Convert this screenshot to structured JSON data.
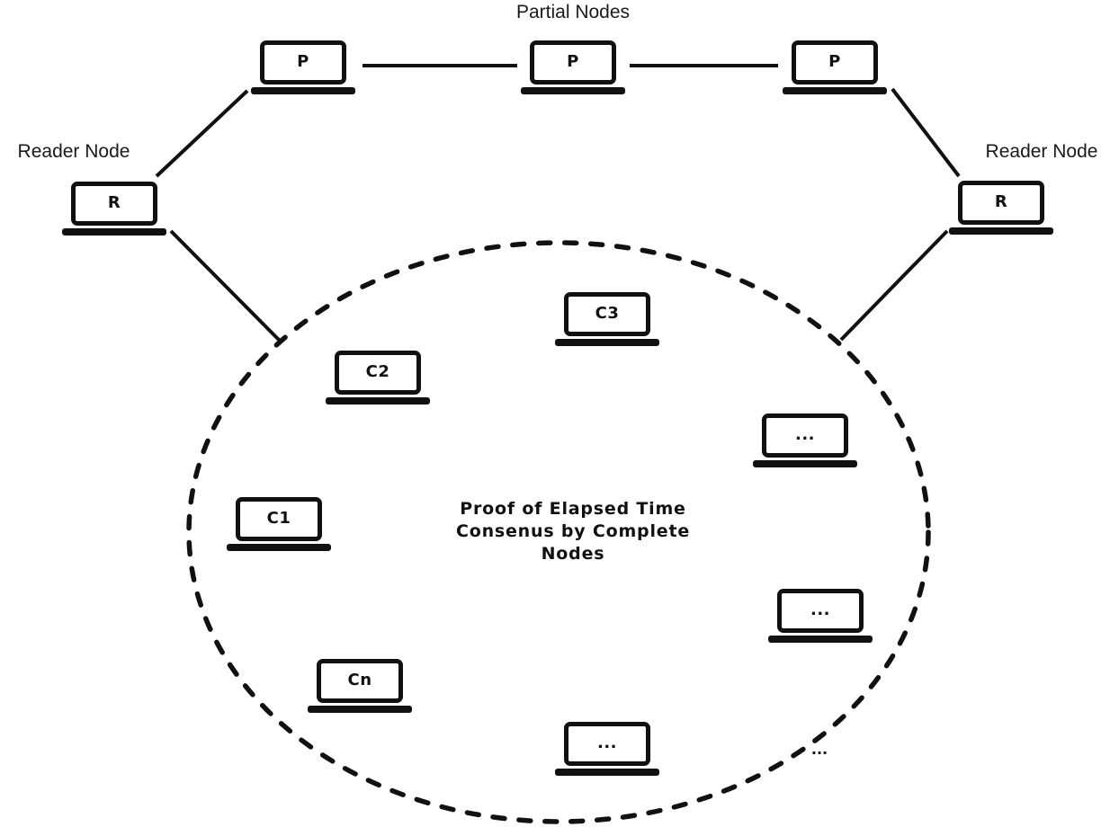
{
  "figure": {
    "top_group_label": "Partial Nodes",
    "left_reader_label": "Reader Node",
    "right_reader_label": "Reader Node",
    "consensus_caption": [
      "Proof of Elapsed Time",
      "Consenus by Complete",
      "Nodes"
    ],
    "outer_more_indicator": "...",
    "colors": {
      "shape": "#111111",
      "label_text": "#1a1a1a",
      "background": "#ffffff"
    },
    "nodes": {
      "partial": [
        {
          "label": "P"
        },
        {
          "label": "P"
        },
        {
          "label": "P"
        }
      ],
      "reader": [
        {
          "label": "R"
        },
        {
          "label": "R"
        }
      ],
      "complete": [
        {
          "label": "C3"
        },
        {
          "label": "C2"
        },
        {
          "label": "..."
        },
        {
          "label": "C1"
        },
        {
          "label": "..."
        },
        {
          "label": "Cn"
        },
        {
          "label": "..."
        }
      ]
    }
  }
}
